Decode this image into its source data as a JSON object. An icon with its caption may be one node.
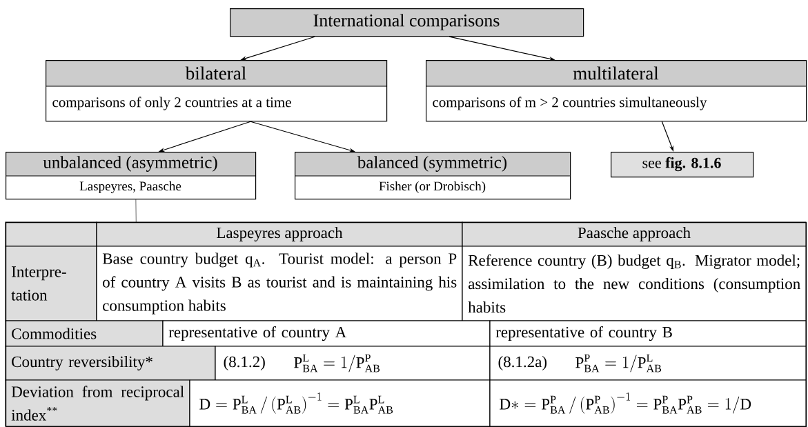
{
  "diagram": {
    "nodes": [
      {
        "text": [
          "International comparisons"
        ]
      },
      {
        "text": [
          "bilateral",
          "comparisons of only 2 countries at a time"
        ]
      },
      {
        "text": [
          "multilateral",
          "comparisons of m > 2 countries simultaneously"
        ]
      },
      {
        "text": [
          "unbalanced (asymmetric)",
          "Laspeyres, Paasche"
        ]
      },
      {
        "text": [
          "balanced (symmetric)",
          "Fisher (or Drobisch)"
        ]
      },
      {
        "text": [
          "see **fig. 8.1.6**"
        ]
      },
      {
        "text": [],
        "shape": "box"
      }
    ],
    "edges": [
      {
        "from": 0,
        "to": 1,
        "arrow": "to"
      },
      {
        "from": 0,
        "to": 2,
        "arrow": "to"
      },
      {
        "from": 1,
        "to": 3,
        "arrow": "to"
      },
      {
        "from": 1,
        "to": 4,
        "arrow": "to"
      },
      {
        "from": 2,
        "to": 5,
        "arrow": "to"
      },
      {
        "from": 3,
        "to": 6,
        "arrow": "none"
      }
    ],
    "labels": [
      "Laspeyres approach",
      "Paasche approach",
      "Interpre-tation",
      "Base country budget q$_{A}$. Tourist model: a person P of country A visits B as tourist and is maintaining his consumption habits",
      "Reference country (B) budget q$_{B}$. Migrator model; assimilation to the new conditions (consumption habits",
      "Commodities",
      "representative of country A",
      "representative of country B",
      "Country reversibility*",
      "(8.1.2)",
      "\\mathrm{P}^{\\mathrm{L}}_{\\mathrm{BA}}=1\\big/\\mathrm{P}^{\\mathrm{P}}_{\\mathrm{AB}}",
      "(8.1.2a)",
      "\\mathrm{P}^{\\mathrm{P}}_{\\mathrm{BA}}=1\\big/\\mathrm{P}^{\\mathrm{L}}_{\\mathrm{AB}}",
      "Deviation from reciprocal index$^{**}$",
      "\\mathrm{D}=\\mathrm{P}^{\\mathrm{L}}_{\\mathrm{BA}}\\,/\\left(\\mathrm{P}^{\\mathrm{L}}_{\\mathrm{AB}}\\right)^{-1}=\\mathrm{P}^{\\mathrm{L}}_{\\mathrm{BA}}\\mathrm{P}^{\\mathrm{L}}_{\\mathrm{AB}}",
      "\\mathrm{D*}=\\mathrm{P}^{\\mathrm{P}}_{\\mathrm{BA}}\\,/\\left(\\mathrm{P}^{\\mathrm{P}}_{\\mathrm{AB}}\\right)^{-1}=\\mathrm{P}^{\\mathrm{P}}_{\\mathrm{BA}}\\mathrm{P}^{\\mathrm{P}}_{\\mathrm{AB}}=1/\\mathrm{D}"
    ]
  }
}
